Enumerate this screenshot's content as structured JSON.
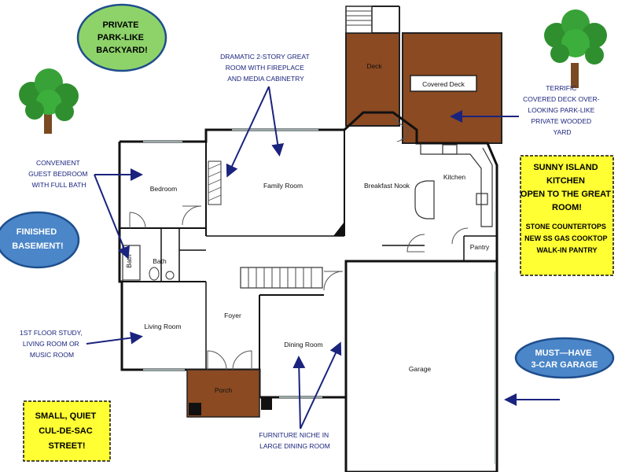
{
  "rooms": {
    "deck": "Deck",
    "covered_deck": "Covered Deck",
    "bedroom": "Bedroom",
    "family_room": "Family Room",
    "breakfast_nook": "Breakfast Nook",
    "kitchen": "Kitchen",
    "pantry": "Pantry",
    "bath_left": "Bath",
    "bath": "Bath",
    "living_room": "Living Room",
    "foyer": "Foyer",
    "dining_room": "Dining Room",
    "garage": "Garage",
    "porch": "Porch"
  },
  "callouts": {
    "great_room": [
      "DRAMATIC 2-STORY GREAT",
      "ROOM WITH FIREPLACE",
      "AND MEDIA CABINETRY"
    ],
    "guest_bedroom": [
      "CONVENIENT",
      "GUEST BEDROOM",
      "WITH FULL BATH"
    ],
    "study": [
      "1ST FLOOR STUDY,",
      "LIVING ROOM OR",
      "MUSIC ROOM"
    ],
    "niche": [
      "FURNITURE NICHE IN",
      "LARGE DINING ROOM"
    ],
    "covered_deck": [
      "TERRIFIC",
      "COVERED DECK OVER-",
      "LOOKING PARK-LIKE",
      "PRIVATE WOODED",
      "YARD"
    ]
  },
  "badges": {
    "backyard": [
      "PRIVATE",
      "PARK-LIKE",
      "BACKYARD!"
    ],
    "basement": [
      "FINISHED",
      "BASEMENT!"
    ],
    "garage": [
      "MUST—HAVE",
      "3-CAR GARAGE"
    ],
    "kitchen": {
      "headline": [
        "SUNNY ISLAND",
        "KITCHEN",
        "OPEN TO THE GREAT",
        "ROOM!"
      ],
      "features": [
        "STONE COUNTERTOPS",
        "NEW SS GAS COOKTOP",
        "WALK-IN PANTRY"
      ]
    },
    "street": [
      "SMALL, QUIET",
      "CUL-DE-SAC",
      "STREET!"
    ]
  },
  "colors": {
    "deck": "#8b4a22",
    "blue_badge": "#4a86c8",
    "green_badge": "#8ed36a",
    "yellow_badge": "#ffff33",
    "callout_text": "#1a237e"
  }
}
